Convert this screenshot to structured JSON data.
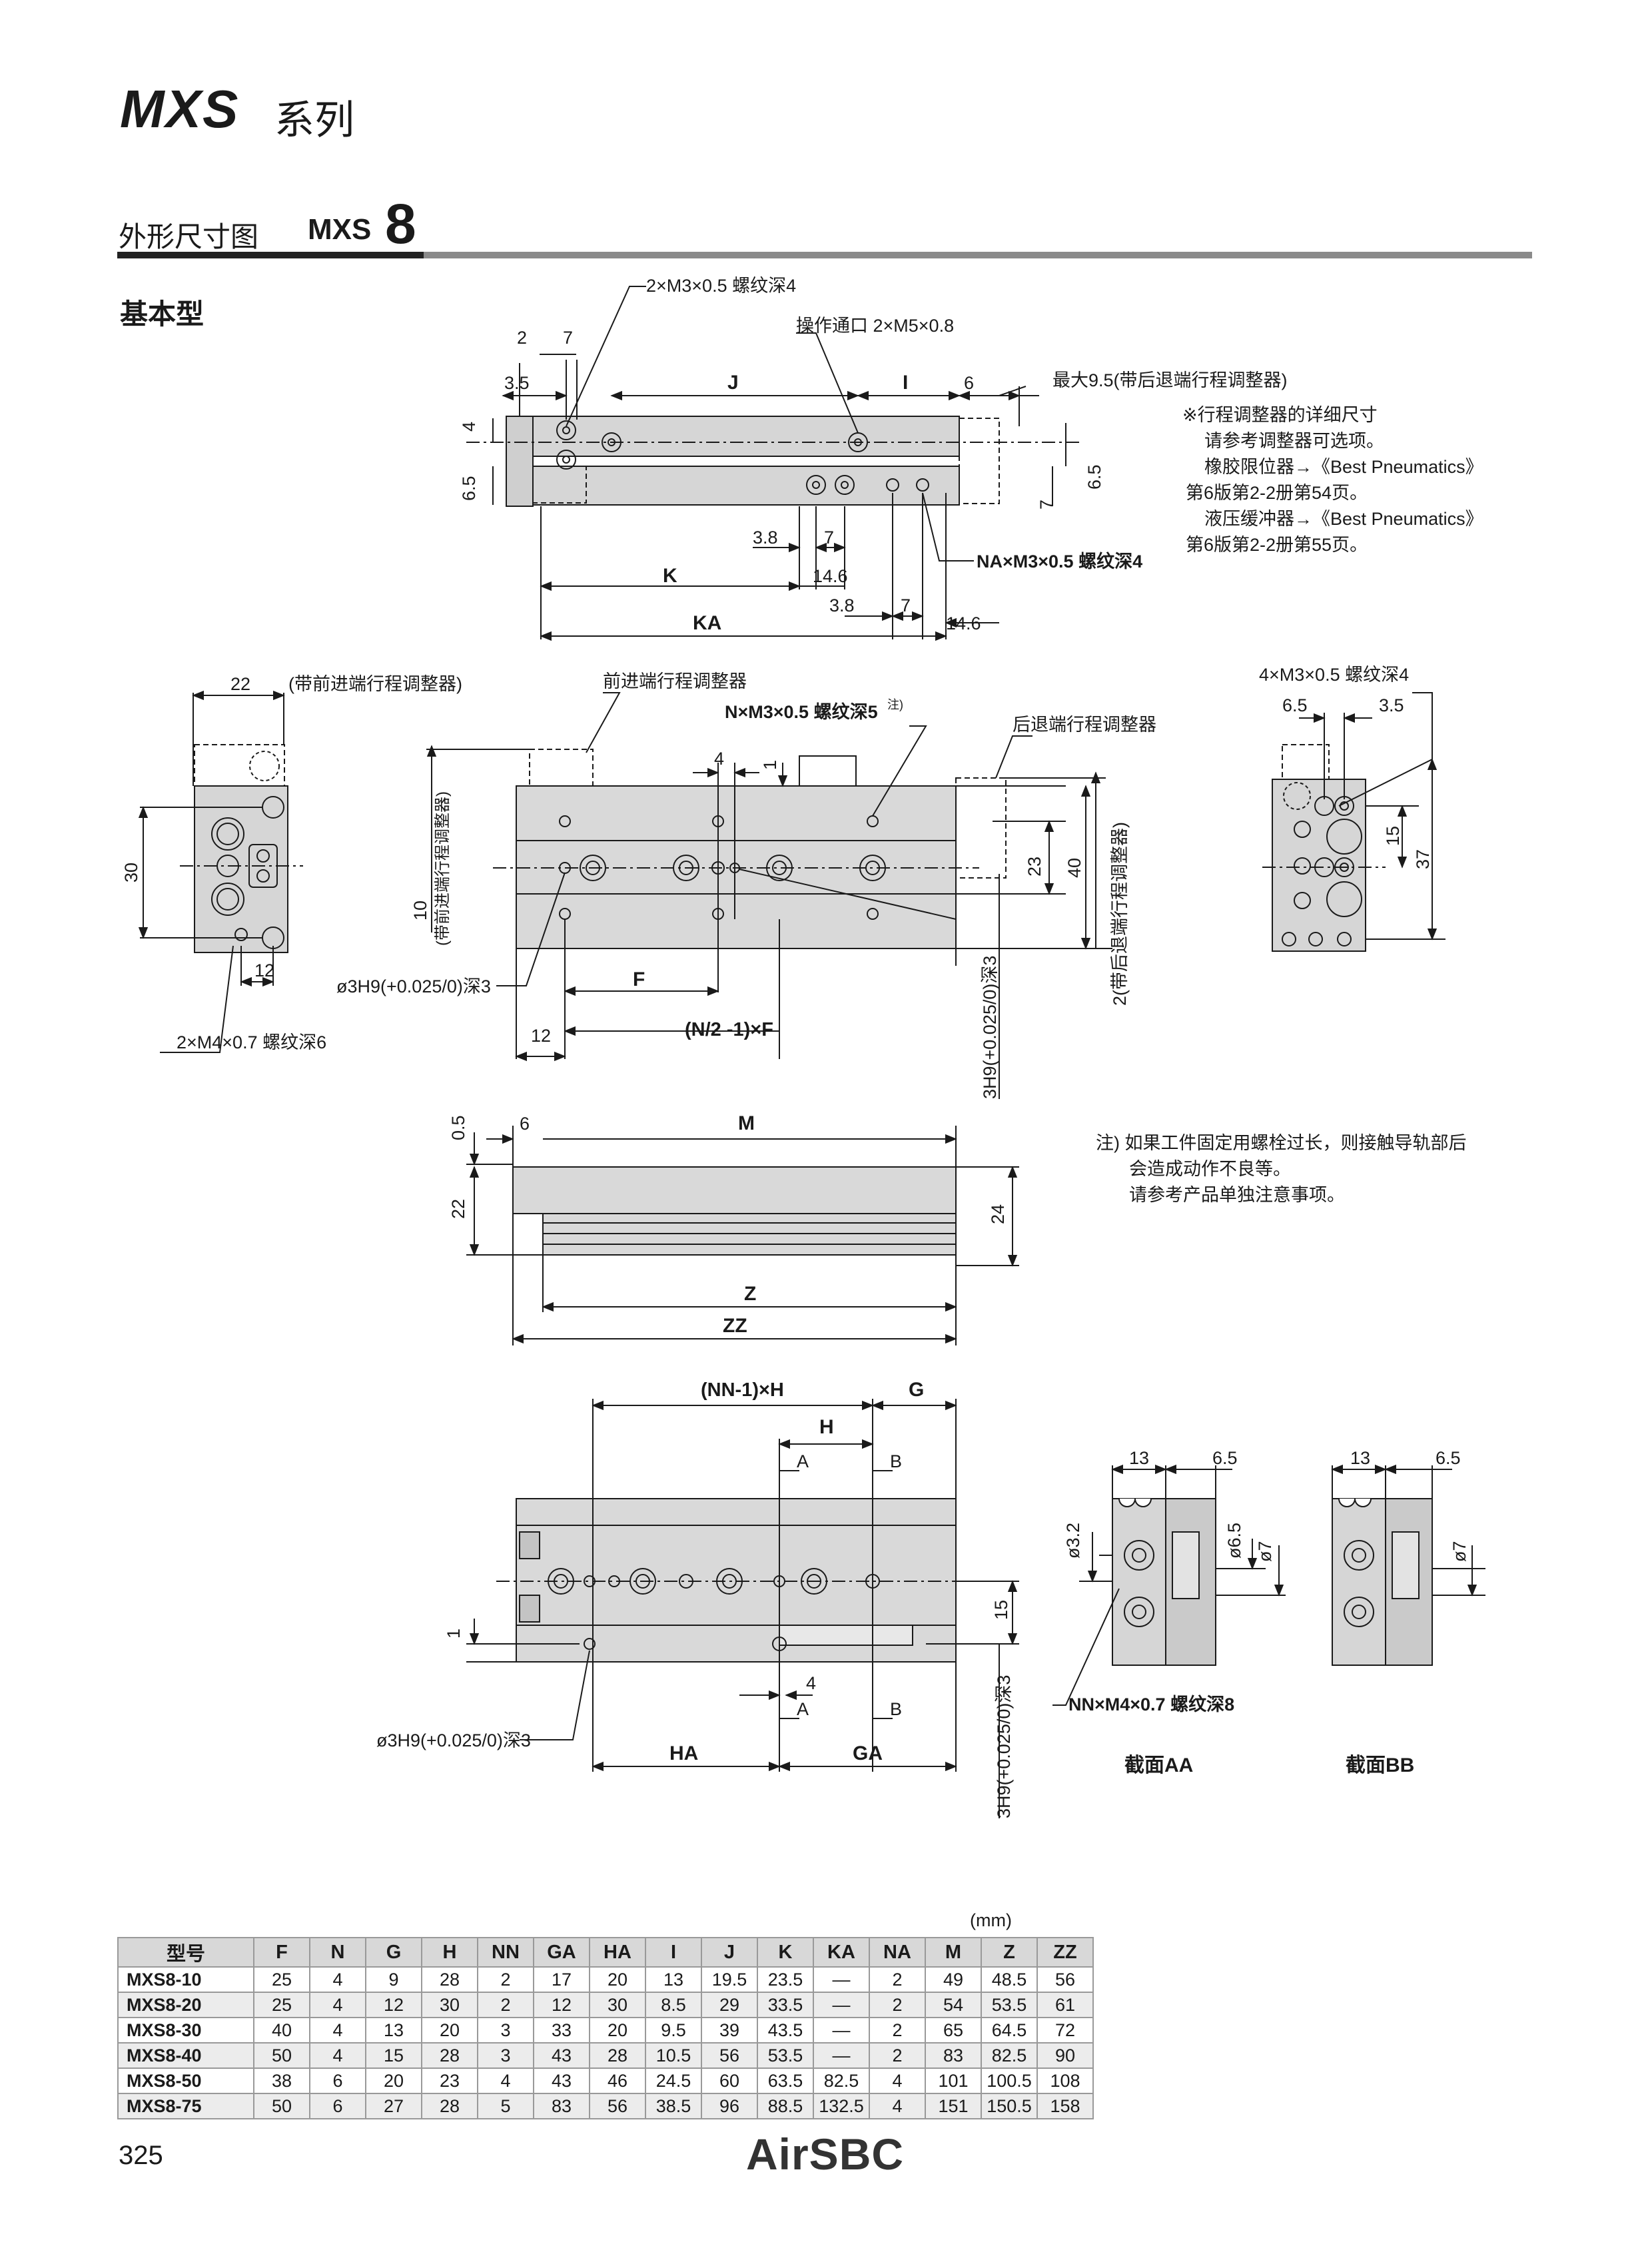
{
  "header": {
    "series": "MXS",
    "series_suffix": "系列"
  },
  "section": {
    "title": "外形尺寸图",
    "model_prefix": "MXS",
    "model_size": "8",
    "subtitle": "基本型"
  },
  "top_view": {
    "thread_callout": "2×M3×0.5 螺纹深4",
    "port_callout": "操作通口 2×M5×0.8",
    "max_note": "最大9.5(带后退端行程调整器)",
    "adjuster_note": [
      "※行程调整器的详细尺寸",
      "请参考调整器可选项。",
      "橡胶限位器→《Best Pneumatics》",
      "第6版第2-2册第54页。",
      "液压缓冲器→《Best Pneumatics》",
      "第6版第2-2册第55页。"
    ],
    "na_callout": "NA×M3×0.5 螺纹深4",
    "dims": {
      "d2": "2",
      "d7a": "7",
      "d35": "3.5",
      "J": "J",
      "I": "I",
      "d6": "6",
      "d4": "4",
      "d65": "6.5",
      "d65r": "6.5",
      "d7r": "7",
      "d38a": "3.8",
      "d7b": "7",
      "K": "K",
      "d146a": "14.6",
      "KA": "KA",
      "d38b": "3.8",
      "d7c": "7",
      "d146b": "14.6"
    }
  },
  "mid_view": {
    "left_22": "22",
    "left_22_note": "(带前进端行程调整器)",
    "left_30": "30",
    "left_12": "12",
    "left_callout": "2×M4×0.7 螺纹深6",
    "front_adjuster": "前进端行程调整器",
    "n_callout": "N×M3×0.5 螺纹深5",
    "n_note": "注)",
    "rear_adjuster": "后退端行程调整器",
    "d4": "4",
    "d1": "1",
    "d10": "10",
    "d10_note": "(带前进端行程调整器)",
    "pin_callout": "ø3H9(+0.025/0)深3",
    "F": "F",
    "NF": "(N/2 -1)×F",
    "d12": "12",
    "d23": "23",
    "d40": "40",
    "d2_note": "2(带后退端行程调整器)",
    "pin_callout_v": "3H9(+0.025/0)深3",
    "right_callout": "4×M3×0.5 螺纹深4",
    "right_65": "6.5",
    "right_35": "3.5",
    "right_15": "15",
    "right_37": "37"
  },
  "side_view": {
    "d05": "0.5",
    "d6": "6",
    "M": "M",
    "d22": "22",
    "d24": "24",
    "Z": "Z",
    "ZZ": "ZZ",
    "note": [
      "注) 如果工件固定用螺栓过长，则接触导轨部后",
      "会造成动作不良等。",
      "请参考产品单独注意事项。"
    ]
  },
  "bottom_view": {
    "NNH": "(NN-1)×H",
    "G": "G",
    "H": "H",
    "A": "A",
    "B": "B",
    "d15": "15",
    "d1": "1",
    "d4": "4",
    "HA": "HA",
    "GA": "GA",
    "pin_callout": "ø3H9(+0.025/0)深3",
    "pin_callout_v": "3H9(+0.025/0)深3",
    "sec_13a": "13",
    "sec_65a": "6.5",
    "sec_32": "ø3.2",
    "sec_65d": "ø6.5",
    "sec_7a": "ø7",
    "sec_13b": "13",
    "sec_65b": "6.5",
    "sec_7b": "ø7",
    "nn_callout": "NN×M4×0.7 螺纹深8",
    "section_aa": "截面AA",
    "section_bb": "截面BB"
  },
  "table": {
    "unit": "(mm)",
    "headers": [
      "型号",
      "F",
      "N",
      "G",
      "H",
      "NN",
      "GA",
      "HA",
      "I",
      "J",
      "K",
      "KA",
      "NA",
      "M",
      "Z",
      "ZZ"
    ],
    "rows": [
      [
        "MXS8-10",
        "25",
        "4",
        "9",
        "28",
        "2",
        "17",
        "20",
        "13",
        "19.5",
        "23.5",
        "—",
        "2",
        "49",
        "48.5",
        "56"
      ],
      [
        "MXS8-20",
        "25",
        "4",
        "12",
        "30",
        "2",
        "12",
        "30",
        "8.5",
        "29",
        "33.5",
        "—",
        "2",
        "54",
        "53.5",
        "61"
      ],
      [
        "MXS8-30",
        "40",
        "4",
        "13",
        "20",
        "3",
        "33",
        "20",
        "9.5",
        "39",
        "43.5",
        "—",
        "2",
        "65",
        "64.5",
        "72"
      ],
      [
        "MXS8-40",
        "50",
        "4",
        "15",
        "28",
        "3",
        "43",
        "28",
        "10.5",
        "56",
        "53.5",
        "—",
        "2",
        "83",
        "82.5",
        "90"
      ],
      [
        "MXS8-50",
        "38",
        "6",
        "20",
        "23",
        "4",
        "43",
        "46",
        "24.5",
        "60",
        "63.5",
        "82.5",
        "4",
        "101",
        "100.5",
        "108"
      ],
      [
        "MXS8-75",
        "50",
        "6",
        "27",
        "28",
        "5",
        "83",
        "56",
        "38.5",
        "96",
        "88.5",
        "132.5",
        "4",
        "151",
        "150.5",
        "158"
      ]
    ]
  },
  "footer": {
    "page_number": "325",
    "logo": "AirSBC"
  }
}
